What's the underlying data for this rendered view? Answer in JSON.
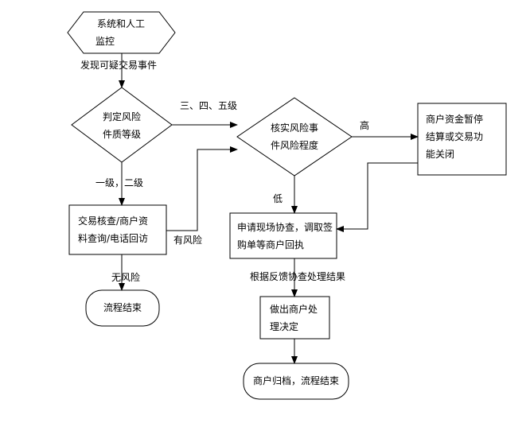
{
  "nodes": {
    "start": {
      "line1": "系统和人工",
      "line2": "监控"
    },
    "judge": {
      "line1": "判定风险",
      "line2": "件质等级"
    },
    "verify": {
      "line1": "核实风险事",
      "line2": "件风险程度"
    },
    "suspend": {
      "line1": "商户资金暂停",
      "line2": "结算或交易功",
      "line3": "能关闭"
    },
    "check": {
      "line1": "交易核查/商户资",
      "line2": "料查询/电话回访"
    },
    "endLeft": {
      "label": "流程结束"
    },
    "apply": {
      "line1": "申请现场协查，调取签",
      "line2": "购单等商户回执"
    },
    "decide": {
      "line1": "做出商户处",
      "line2": "理决定"
    },
    "archive": {
      "label": "商户归档，流程结束"
    }
  },
  "edges": {
    "suspicious": "发现可疑交易事件",
    "levels345": "三、四、五级",
    "high": "高",
    "levels12": "一级，二级",
    "low": "低",
    "risky": "有风险",
    "noRisk": "无风险",
    "feedback": "根据反馈协查处理结果"
  }
}
